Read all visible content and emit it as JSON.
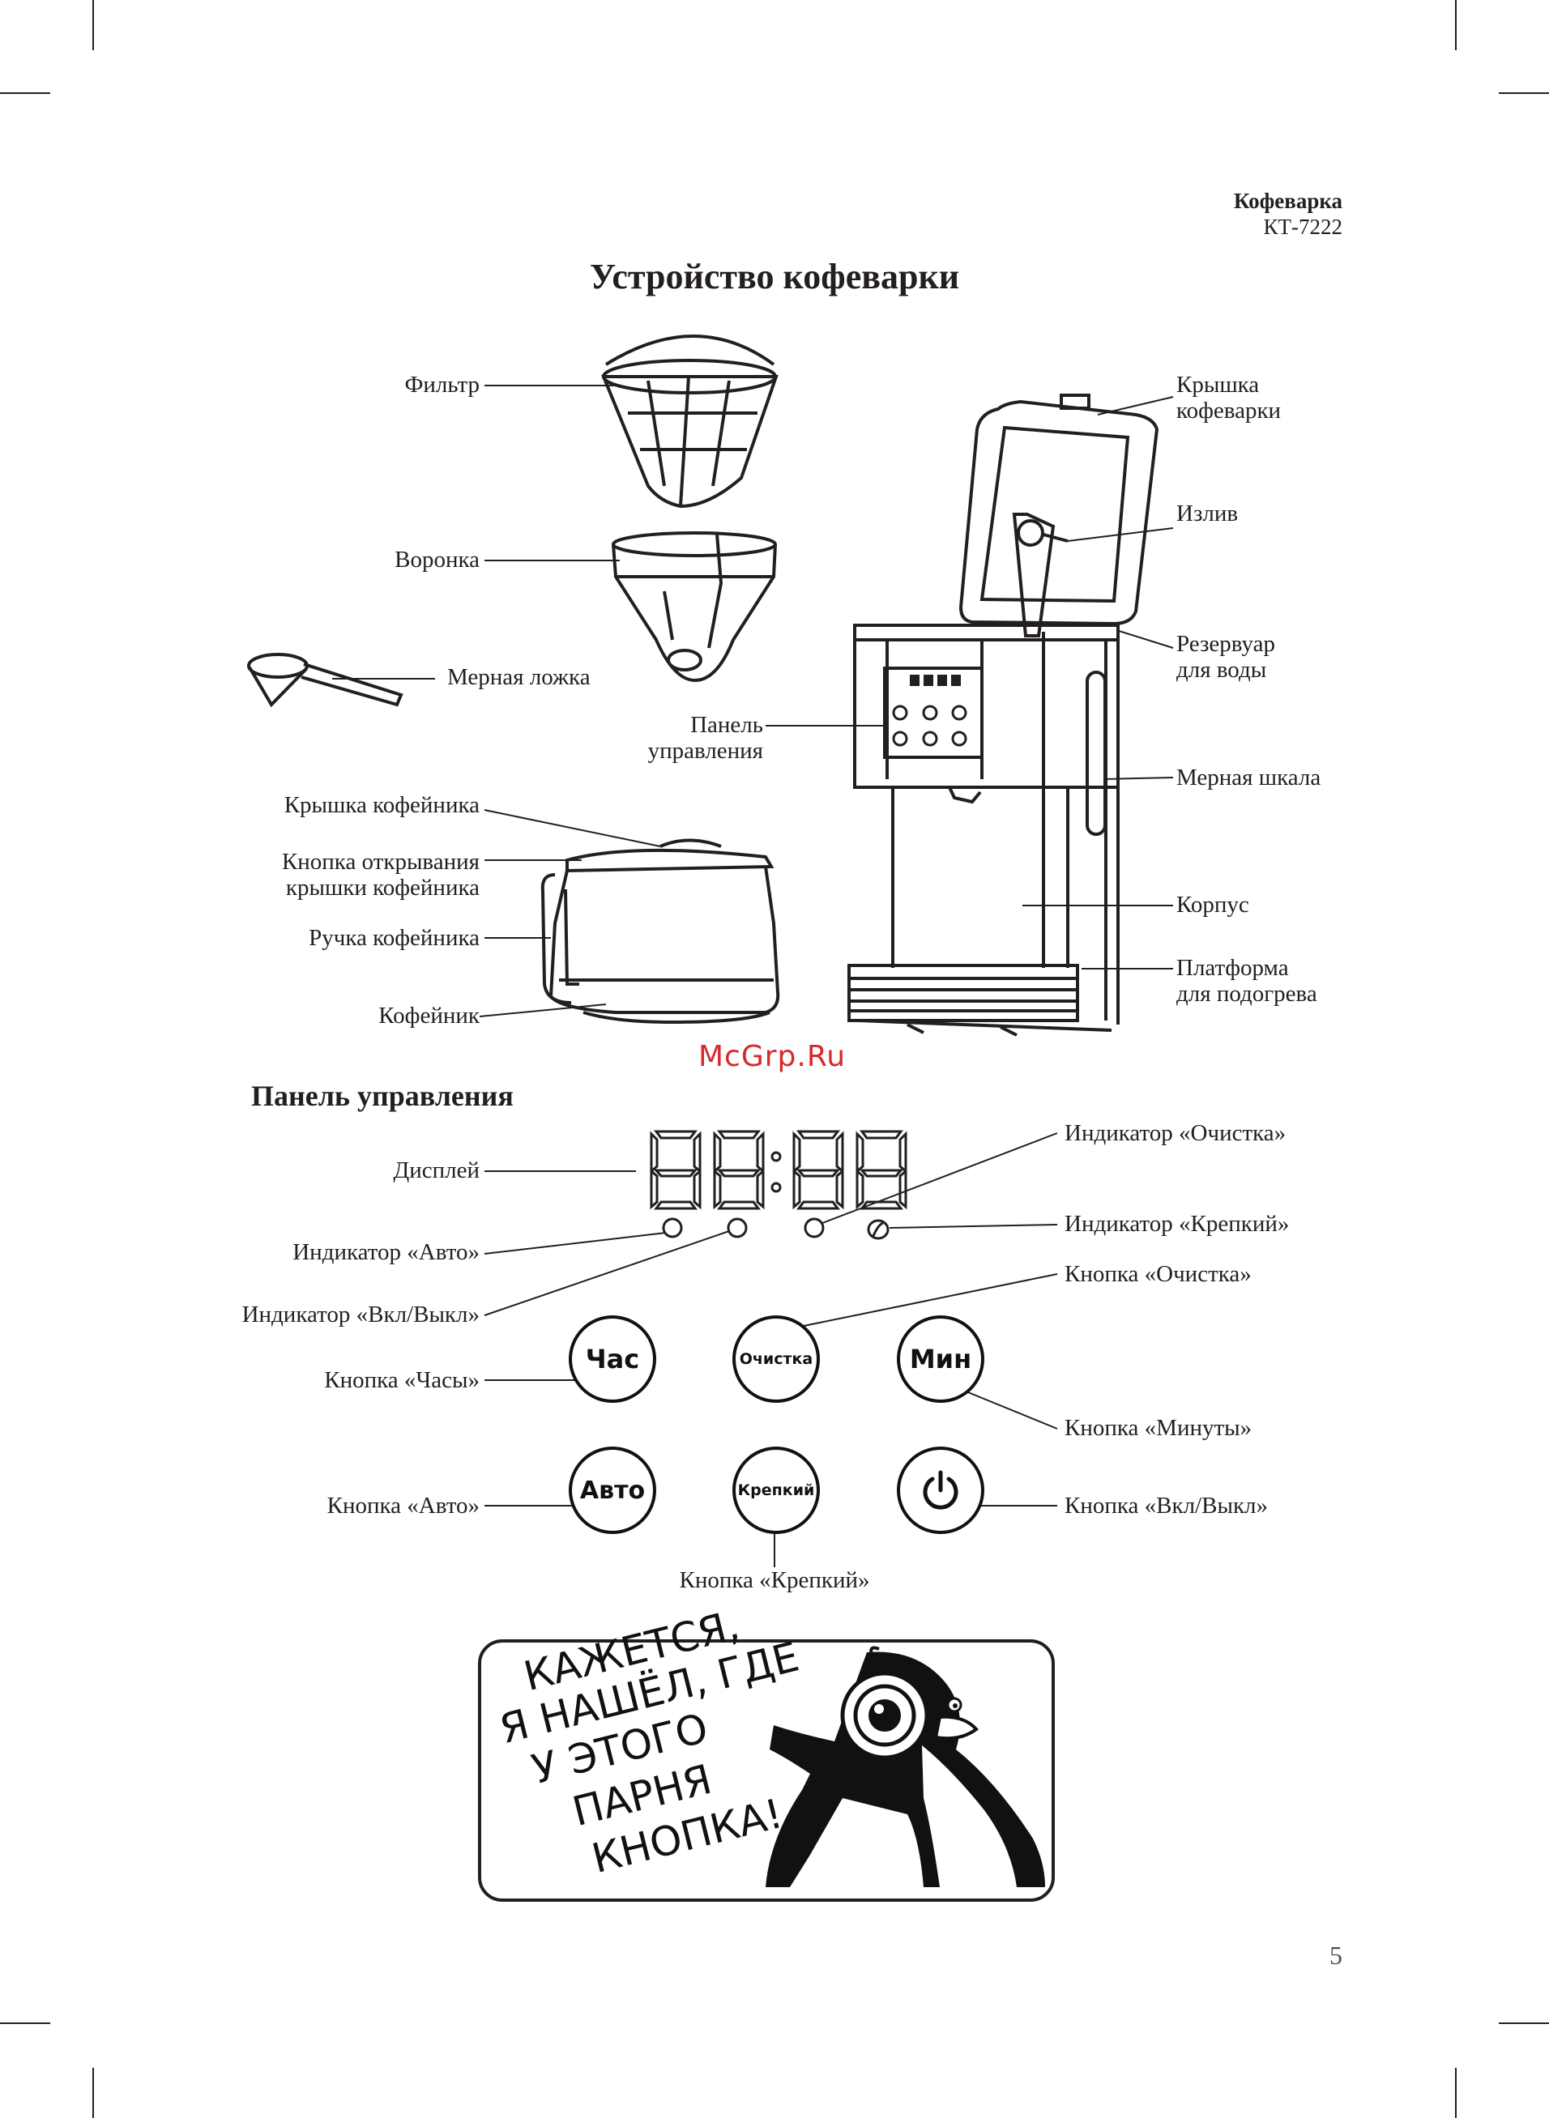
{
  "header": {
    "product": "Кофеварка",
    "model": "КТ-7222"
  },
  "title": "Устройство кофеварки",
  "device_labels": {
    "filter": "Фильтр",
    "funnel": "Воронка",
    "scoop": "Мерная ложка",
    "panel_line1": "Панель",
    "panel_line2": "управления",
    "pot_lid": "Крышка кофейника",
    "pot_lid_button_line1": "Кнопка открывания",
    "pot_lid_button_line2": "крышки кофейника",
    "pot_handle": "Ручка кофейника",
    "pot": "Кофейник",
    "maker_lid_line1": "Крышка",
    "maker_lid_line2": "кофеварки",
    "spout": "Излив",
    "tank_line1": "Резервуар",
    "tank_line2": "для воды",
    "scale": "Мерная шкала",
    "body": "Корпус",
    "plate_line1": "Платформа",
    "plate_line2": "для подогрева"
  },
  "watermark": "McGrp.Ru",
  "panel_section": {
    "heading": "Панель управления",
    "display_label": "Дисплей",
    "ind_auto": "Индикатор «Авто»",
    "ind_power": "Индикатор «Вкл/Выкл»",
    "ind_clean": "Индикатор «Очистка»",
    "ind_strong": "Индикатор «Крепкий»",
    "btn_clean_label": "Кнопка «Очистка»",
    "btn_hours_label": "Кнопка «Часы»",
    "btn_minutes_label": "Кнопка «Минуты»",
    "btn_auto_label": "Кнопка «Авто»",
    "btn_power_label": "Кнопка «Вкл/Выкл»",
    "btn_strong_label": "Кнопка «Крепкий»",
    "buttons": {
      "hours": "Час",
      "clean": "Очистка",
      "minutes": "Мин",
      "auto": "Авто",
      "strong": "Крепкий"
    }
  },
  "cartoon": {
    "speech": [
      "КАЖЕТСЯ,",
      "Я НАШЁЛ, ГДЕ",
      "У ЭТОГО",
      "ПАРНЯ",
      "КНОПКА!"
    ]
  },
  "page_number": "5"
}
